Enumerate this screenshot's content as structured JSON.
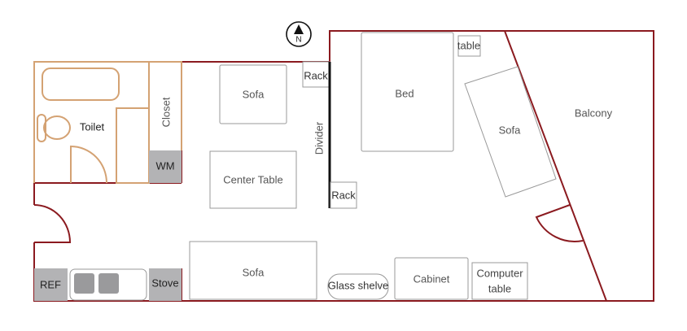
{
  "compass": {
    "label": "N"
  },
  "rooms": {
    "toilet": "Toilet",
    "closet": "Closet",
    "balcony": "Balcony"
  },
  "appliances": {
    "wm": "WM",
    "ref": "REF",
    "stove": "Stove"
  },
  "furniture": {
    "sofa_top": "Sofa",
    "center_table": "Center Table",
    "rack_top": "Rack",
    "divider": "Divider",
    "rack_bottom": "Rack",
    "sofa_bottom": "Sofa",
    "glass_shelve": "Glass shelve",
    "cabinet": "Cabinet",
    "computer_table_line1": "Computer",
    "computer_table_line2": "table",
    "bed": "Bed",
    "side_table": "table",
    "sofa_bedroom": "Sofa"
  },
  "colors": {
    "wall": "#8b1a1f",
    "bathroom": "#d4a273",
    "appliance": "#b3b3b5"
  }
}
